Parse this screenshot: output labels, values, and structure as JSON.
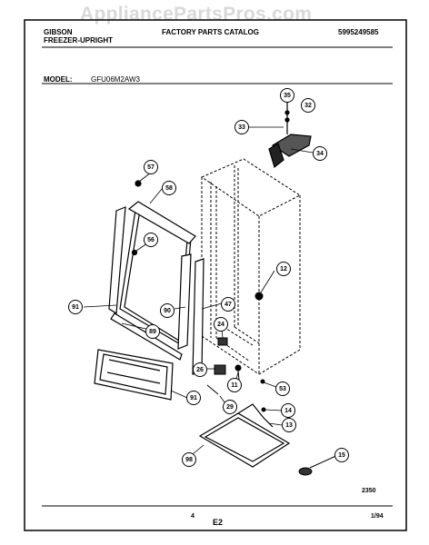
{
  "watermark": "AppliancePartsPros.com",
  "header": {
    "brand": "GIBSON",
    "product": "FREEZER-UPRIGHT",
    "catalog_title": "FACTORY PARTS CATALOG",
    "catalog_number": "5995249585",
    "model_label": "MODEL:",
    "model_value": "GFU06M2AW3"
  },
  "callouts": [
    {
      "id": "c35",
      "label": "35"
    },
    {
      "id": "c32",
      "label": "32"
    },
    {
      "id": "c33",
      "label": "33"
    },
    {
      "id": "c34",
      "label": "34"
    },
    {
      "id": "c57",
      "label": "57"
    },
    {
      "id": "c58",
      "label": "58"
    },
    {
      "id": "c56",
      "label": "56"
    },
    {
      "id": "c12",
      "label": "12"
    },
    {
      "id": "c47",
      "label": "47"
    },
    {
      "id": "c91",
      "label": "91"
    },
    {
      "id": "c90",
      "label": "90"
    },
    {
      "id": "c24",
      "label": "24"
    },
    {
      "id": "c89",
      "label": "89"
    },
    {
      "id": "c26",
      "label": "26"
    },
    {
      "id": "c11",
      "label": "11"
    },
    {
      "id": "c53",
      "label": "53"
    },
    {
      "id": "c91b",
      "label": "91"
    },
    {
      "id": "c29",
      "label": "29"
    },
    {
      "id": "c14",
      "label": "14"
    },
    {
      "id": "c13",
      "label": "13"
    },
    {
      "id": "c98",
      "label": "98"
    },
    {
      "id": "c15",
      "label": "15"
    }
  ],
  "footer": {
    "code": "2350",
    "page_number": "4",
    "section": "E2",
    "date": "1/94"
  }
}
